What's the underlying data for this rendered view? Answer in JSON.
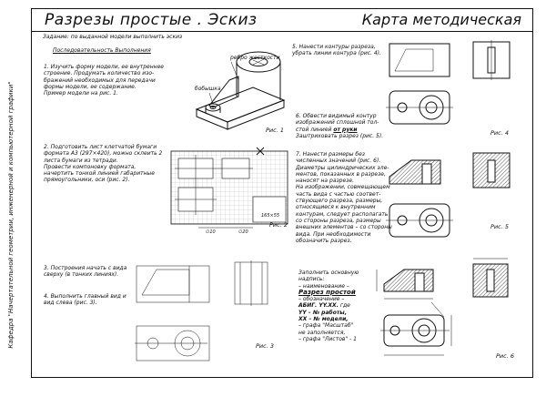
{
  "header": {
    "title": "Разрезы простые . Эскиз",
    "subtitle": "Карта методическая"
  },
  "side_label": "Кафедра \"Начертательной геометрии, инженерной и компьютерной графики\"",
  "task": "Задание: по выданной модели выполнить эскиз",
  "sequence_heading": "Последовательность Выполнения",
  "steps": {
    "s1": [
      "1. Изучить форму модели, ее внутреннее",
      "строение. Продумать количество изо-",
      "бражений необходимых для передачи",
      "формы модели, ее содержание.",
      "  Пример модели на рис. 1."
    ],
    "s2": [
      "2. Подготовить лист клетчатой бумаги",
      "формата А3 (297×420), можно склеить 2",
      "листа бумаги из тетради.",
      "  Провести компоновку формата,",
      "начертить тонкой линией габаритные",
      "прямоугольники, оси (рис. 2)."
    ],
    "s3": [
      "3. Построения начать с вида",
      "сверху (в тонких линиях)."
    ],
    "s4": [
      "4. Выполнить главный вид и",
      "вид слева (рис. 3)."
    ],
    "s5": [
      "5. Нанести контуры разреза,",
      "убрать линии контура (рис. 4)."
    ],
    "s6a": [
      "6. Обвести видимый контур",
      "изображений сплошной тол-",
      "стой линией"
    ],
    "s6_bold": "от руки",
    "s6b": [
      "Заштриховать разрез (рис. 5)."
    ],
    "s7": [
      "7. Нанести размеры без",
      "численных значений (рис. 6).",
      "  Диаметры цилиндрических эле-",
      "ментов, показанных в разрезе,",
      "наносят на разрезе.",
      "  На изображении, совмещающем",
      "часть вида с частью соответ-",
      "ствующего разреза, размеры,",
      "относящиеся к внутренним",
      "контурам, следует располагать",
      "со стороны разреза, размеры",
      "внешних элементов – со стороны",
      "вида. При необходимости",
      "обозначить разрез."
    ],
    "s8": [
      "Заполнить основную",
      "надпись:",
      "– наименование –"
    ],
    "s8_name": "Разрез простой",
    "s8_b": [
      "– обозначение –"
    ],
    "s8_code": "АБИГ. YY.XX.",
    "s8_c": [
      "где"
    ],
    "s8_yy": "YY – № работы,",
    "s8_xx": "XX – № модели,",
    "s8_d": [
      "– графа \"Масштаб\"",
      "не заполняется,",
      "– графа \"Листов\" - 1"
    ]
  },
  "labels": {
    "rib": "ребро жесткости",
    "boss": "бобышка",
    "dim_box": "165×55",
    "dim_a": "∅10",
    "dim_b": "∅20"
  },
  "captions": {
    "fig1": "Рис. 1",
    "fig2": "Рис. 2",
    "fig3": "Рис. 3",
    "fig4": "Рис. 4",
    "fig5": "Рис. 5",
    "fig6": "Рис. 6"
  }
}
